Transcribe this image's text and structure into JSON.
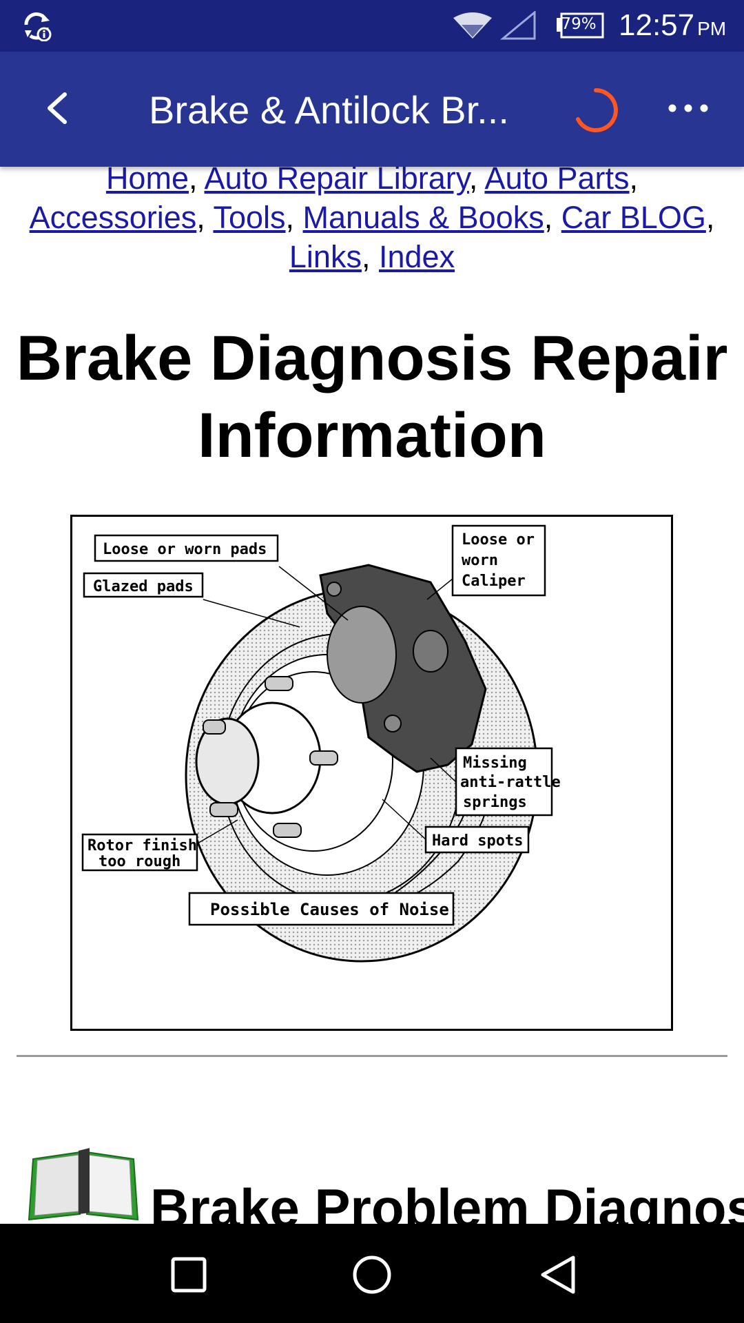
{
  "status_bar": {
    "battery": "79%",
    "time": "12:57",
    "ampm": "PM",
    "icons": [
      "sync-icon",
      "wifi-icon",
      "signal-icon",
      "battery-icon"
    ]
  },
  "app_bar": {
    "title": "Brake & Antilock Br...",
    "icons": [
      "back-arrow-icon",
      "loading-spinner-icon",
      "more-dots-icon"
    ],
    "spinner_color": "#ff5722",
    "background": "#283593"
  },
  "nav_links": {
    "home": "Home",
    "auto_repair_library": "Auto Repair Library",
    "auto_parts": "Auto Parts",
    "accessories": "Accessories",
    "tools": "Tools",
    "manuals_books": "Manuals & Books",
    "car_blog": "Car BLOG",
    "links": "Links",
    "index": "Index",
    "separator": ","
  },
  "page_title": "Brake Diagnosis Repair Information",
  "diagram": {
    "labels": {
      "loose_pads": "Loose or worn pads",
      "glazed_pads": "Glazed pads",
      "caliper_line1": "Loose or",
      "caliper_line2": "worn",
      "caliper_line3": "Caliper",
      "springs_line1": "Missing",
      "springs_line2": "anti-rattle",
      "springs_line3": "springs",
      "hard_spots": "Hard spots",
      "rotor_line1": "Rotor finish",
      "rotor_line2": "too rough",
      "caption": "Possible Causes of Noise"
    }
  },
  "section_heading": "Brake Problem Diagnosis &",
  "nav_bar": {
    "icons": [
      "recent-apps-icon",
      "home-circle-icon",
      "back-triangle-icon"
    ]
  }
}
